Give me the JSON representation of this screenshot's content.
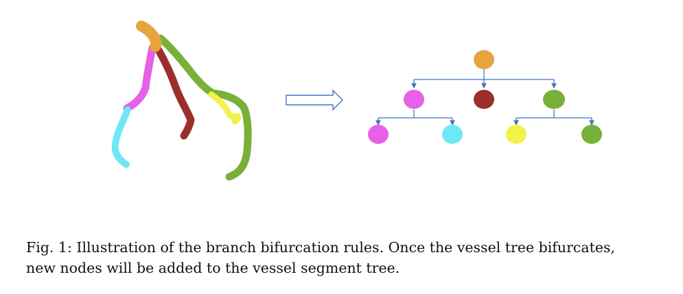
{
  "figure": {
    "caption_line1": "Fig. 1: Illustration of the branch bifurcation rules. Once the vessel tree bifurcates,",
    "caption_line2": "new nodes will be added to the vessel segment tree."
  },
  "colors": {
    "root_orange": "#E8A33D",
    "magenta": "#E660E8",
    "dark_red": "#9B2F2C",
    "green": "#78B03A",
    "cyan": "#6FE8F5",
    "yellow": "#F2F24A",
    "connector_blue": "#4472C4"
  },
  "icons": {
    "arrow": "hollow-right-arrow"
  }
}
